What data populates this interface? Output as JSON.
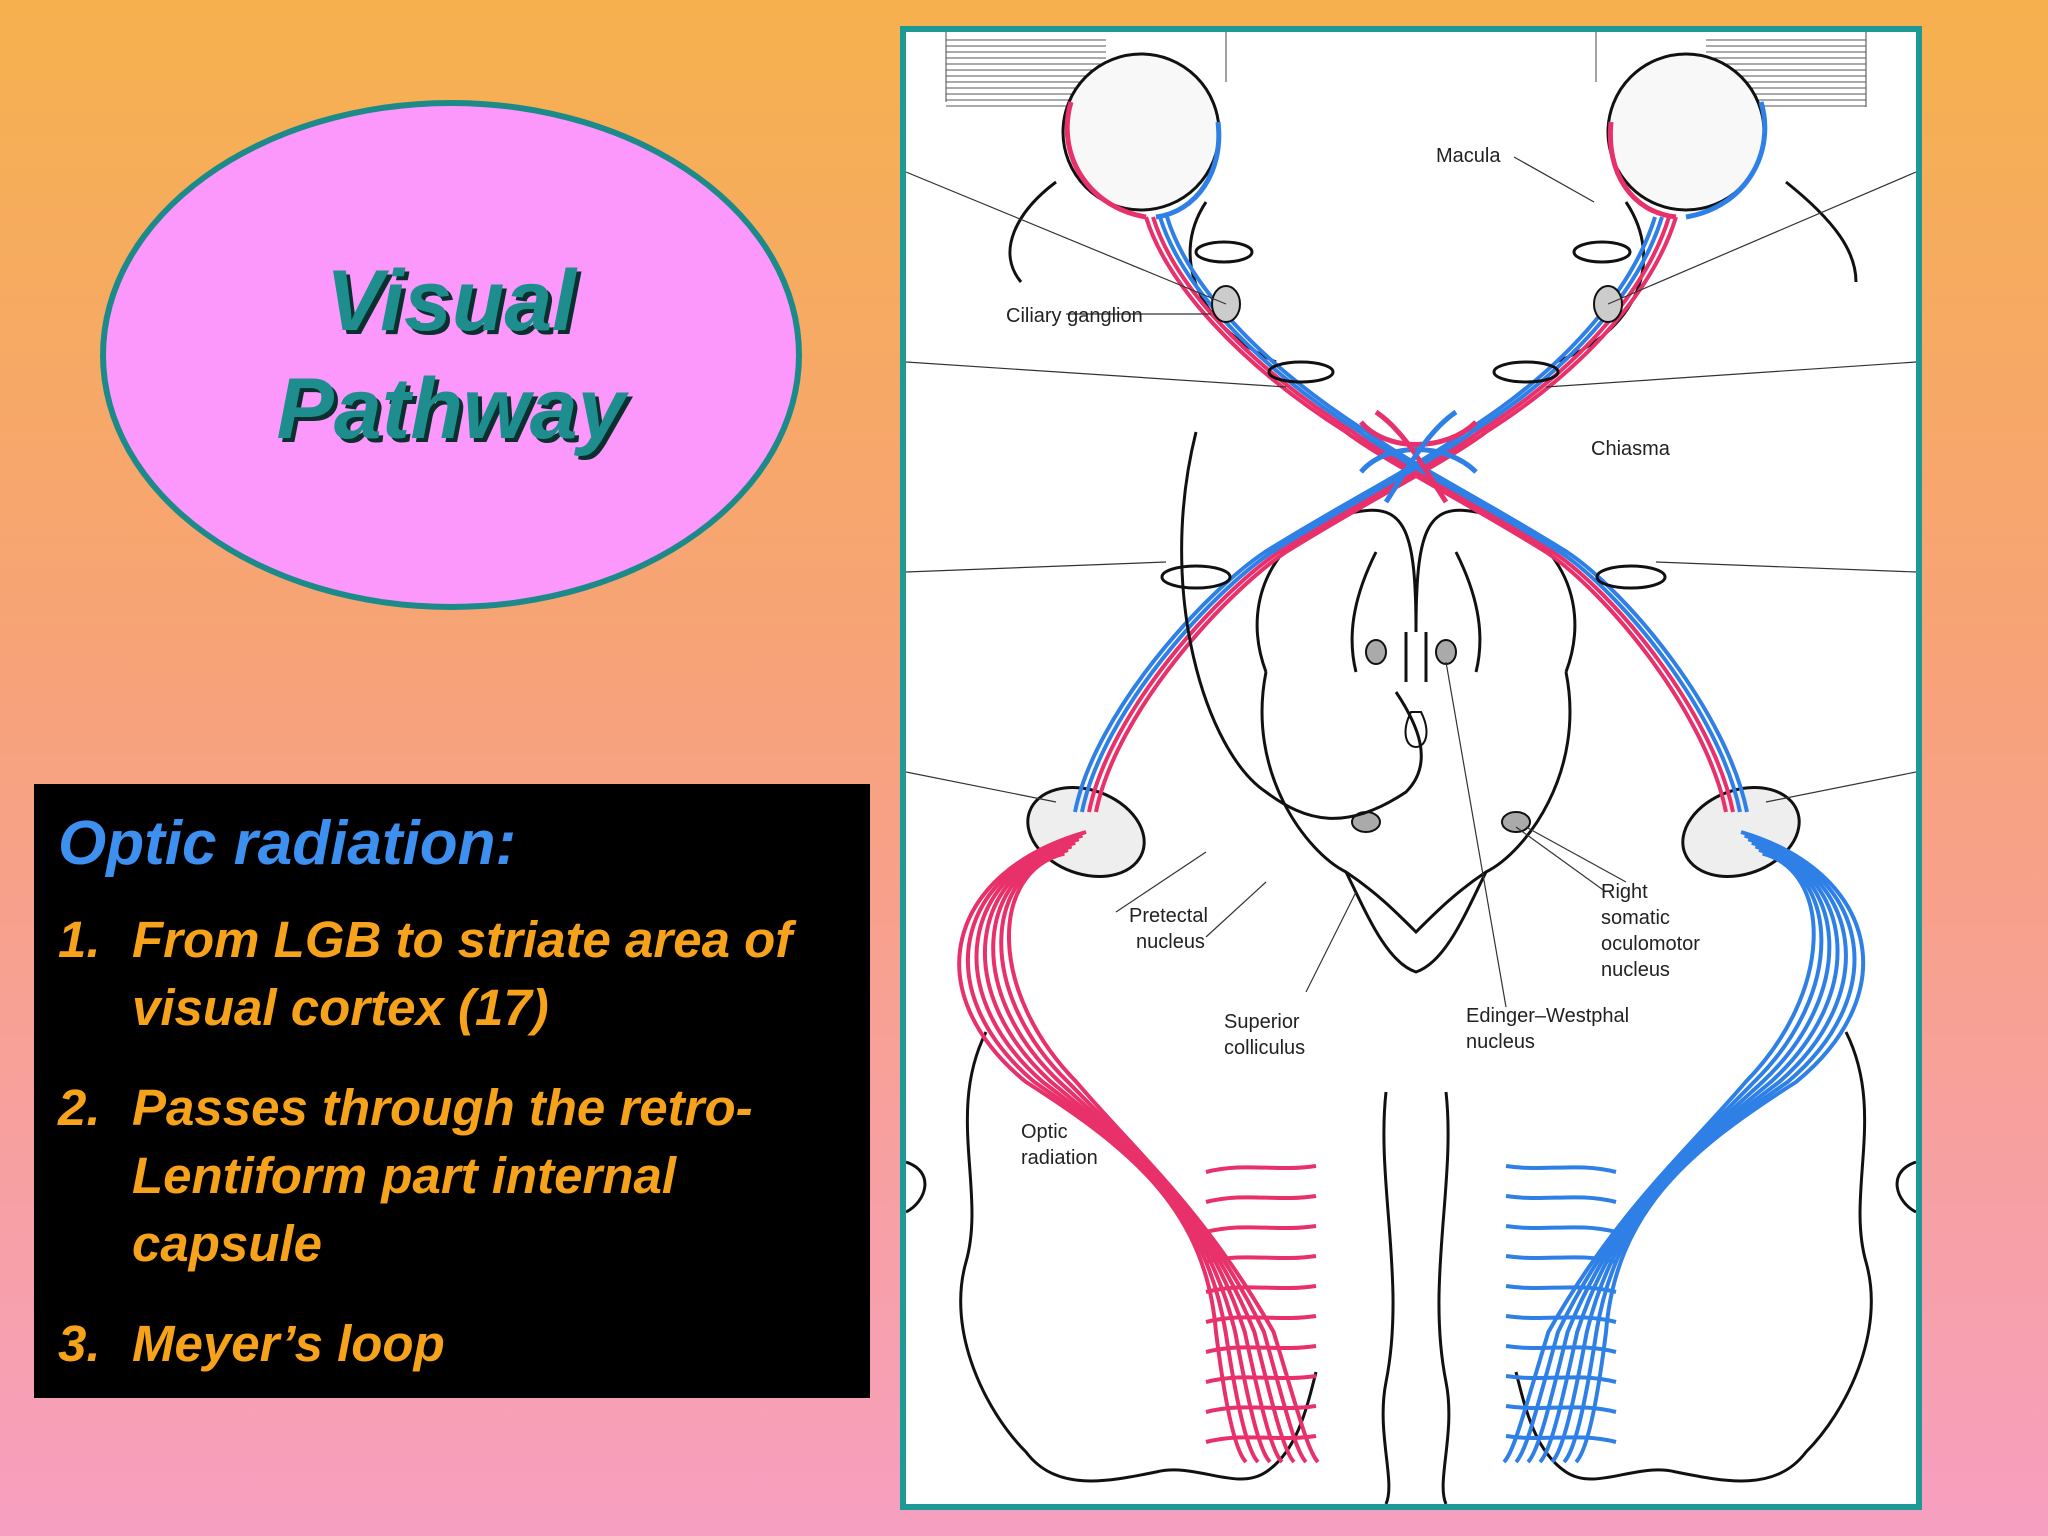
{
  "title": {
    "line1": "Visual",
    "line2": "Pathway"
  },
  "info": {
    "heading": "Optic radiation:",
    "items": [
      {
        "num": "1.",
        "text": "From LGB to striate area of visual cortex (17)"
      },
      {
        "num": "2.",
        "text": "Passes through the retro-Lentiform part internal capsule"
      },
      {
        "num": "3.",
        "text": "Meyer’s loop"
      }
    ]
  },
  "diagram": {
    "labels": {
      "macula": "Macula",
      "ciliary_ganglion": "Ciliary ganglion",
      "chiasma": "Chiasma",
      "pretectal_1": "Pretectal",
      "pretectal_2": "nucleus",
      "right_1": "Right",
      "right_2": "somatic",
      "right_3": "oculomotor",
      "right_4": "nucleus",
      "superior_1": "Superior",
      "superior_2": "colliculus",
      "edinger_1": "Edinger–Westphal",
      "edinger_2": "nucleus",
      "optic_1": "Optic",
      "optic_2": "radiation"
    },
    "colors": {
      "left_pathway": "#e8316a",
      "right_pathway": "#2f80e6",
      "frame": "#1d9a96"
    }
  }
}
